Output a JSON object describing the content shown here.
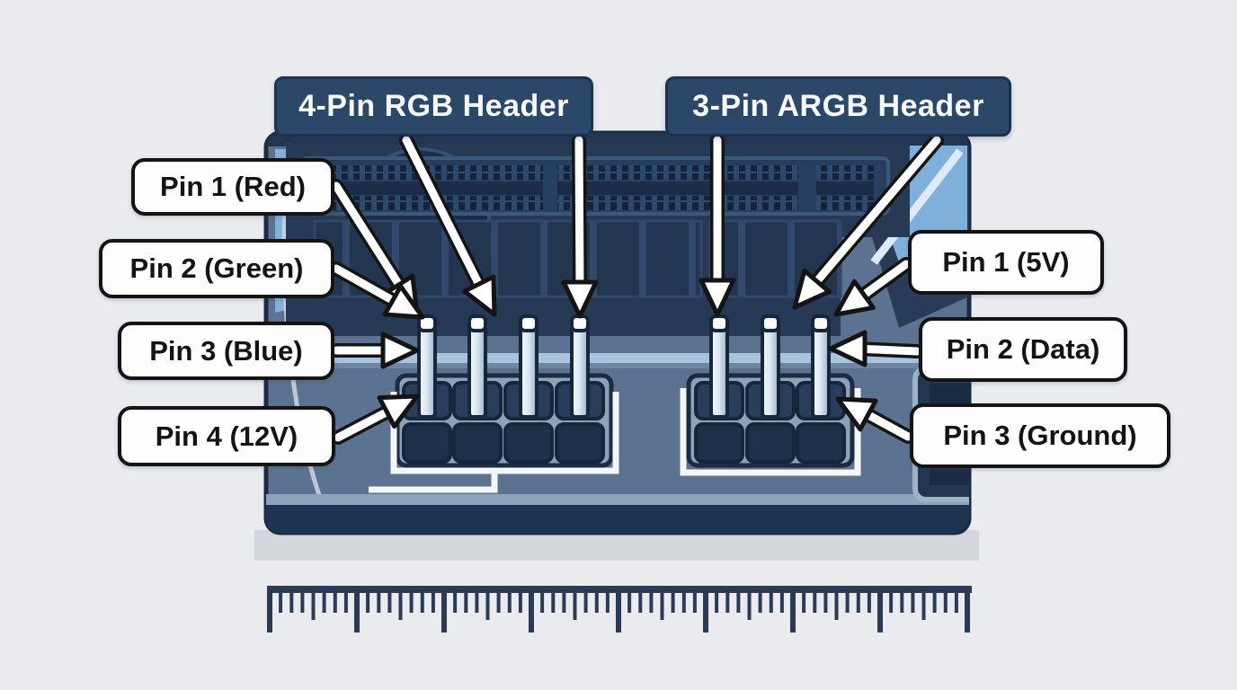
{
  "headers": [
    {
      "title": "4-Pin RGB Header",
      "pins": [
        "Pin 1 (Red)",
        "Pin 2 (Green)",
        "Pin 3 (Blue)",
        "Pin 4 (12V)"
      ]
    },
    {
      "title": "3-Pin ARGB Header",
      "pins": [
        "Pin 1 (5V)",
        "Pin 2 (Data)",
        "Pin 3 (Ground)"
      ]
    }
  ],
  "colors": {
    "background": "#e9ebee",
    "board_surface": "#5b7390",
    "dark_component": "#263a55",
    "title_box": "#2b4868",
    "label_background": "#fdfdfe",
    "label_border": "#141414",
    "pin_metal": "#dfe9f2",
    "glass_highlight": "#82b2dc",
    "ruler": "#2b3b55",
    "arrow_fill": "#ffffff",
    "arrow_outline": "#141414"
  }
}
